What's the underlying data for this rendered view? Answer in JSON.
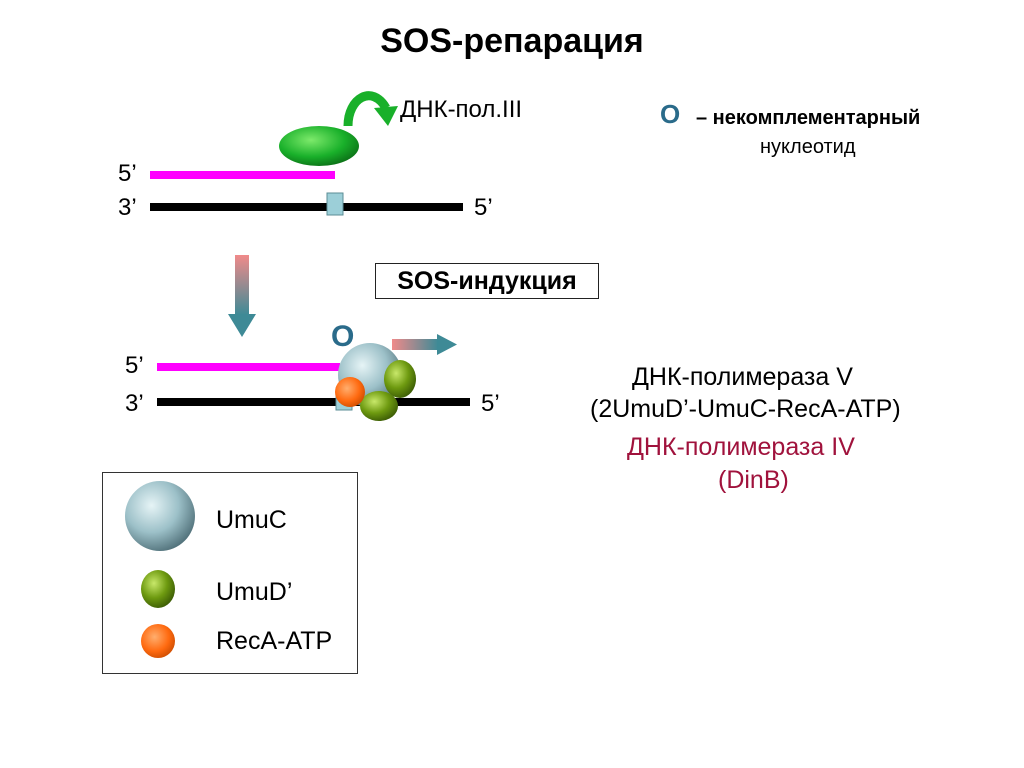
{
  "title": "SOS-репарация",
  "top_diagram": {
    "polymerase_label": "ДНК-пол.III",
    "strand_top_label": "5’",
    "strand_bottom_left_label": "3’",
    "strand_bottom_right_label": "5’"
  },
  "note": {
    "symbol": "О",
    "line1": "– некомплементарный",
    "line2": "нуклеотид"
  },
  "induction_label": "SOS-индукция",
  "bottom_diagram": {
    "mismatch_symbol": "О",
    "strand_top_label": "5’",
    "strand_bottom_left_label": "3’",
    "strand_bottom_right_label": "5’"
  },
  "polymerase_v": {
    "line1": "ДНК-полимераза V",
    "line2": "(2UmuD’-UmuC-RecA-ATP)"
  },
  "polymerase_iv": {
    "line1": "ДНК-полимераза IV",
    "line2": "(DinB)"
  },
  "legend": {
    "items": [
      {
        "label": "UmuC",
        "icon": "grey-blue-sphere"
      },
      {
        "label": "UmuD’",
        "icon": "olive-green-oval"
      },
      {
        "label": "RecA-ATP",
        "icon": "orange-circle"
      }
    ]
  },
  "colors": {
    "new_strand": "#ff00ff",
    "template_strand": "#000000",
    "pol3": "#19b02a",
    "umuc": "#9cc0c8",
    "umud": "#6e9a10",
    "reca": "#ff6a10",
    "mismatch_box": "#9ccfd8",
    "pol_iv_text": "#a0123c"
  }
}
